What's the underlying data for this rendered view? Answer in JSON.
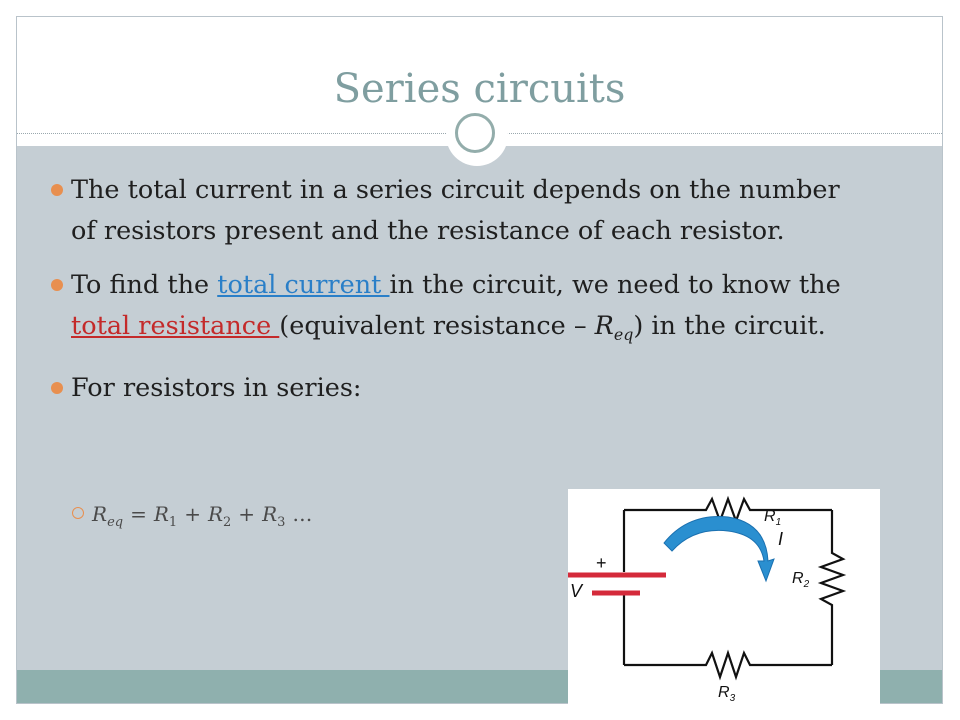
{
  "slide": {
    "title": "Series circuits",
    "bullets": {
      "b1": "The total current in a series circuit depends on the number of resistors present and the resistance of each resistor.",
      "b2_part1": "To find the ",
      "b2_link1": "total current ",
      "b2_part2": "in the circuit, we need to know the ",
      "b2_link2": "total resistance ",
      "b2_part3": "(equivalent resistance – ",
      "b2_math": "R",
      "b2_math_sub": "eq",
      "b2_part4": ") in the circuit.",
      "b3": "For resistors in series:"
    },
    "sub_bullet": {
      "req": "R",
      "req_sub": "eq",
      "eq": "=",
      "r1": "R",
      "r1_sub": "1",
      "plus1": "+",
      "r2": "R",
      "r2_sub": "2",
      "plus2": "+",
      "r3": "R",
      "r3_sub": "3",
      "ellipsis": "…"
    },
    "circuit": {
      "label_plus": "+",
      "label_v": "V",
      "label_r1": "R",
      "label_r1_sub": "1",
      "label_i": "I",
      "label_r2": "R",
      "label_r2_sub": "2",
      "label_r3": "R",
      "label_r3_sub": "3"
    },
    "colors": {
      "title": "#7f9ea0",
      "content_bg": "#c5ced4",
      "footer": "#8fb0ae",
      "bullet": "#e88f4f",
      "link_blue": "#2a7fc8",
      "link_red": "#c42a2a",
      "battery": "#d42a3a",
      "arrow": "#2a8fd0"
    }
  }
}
